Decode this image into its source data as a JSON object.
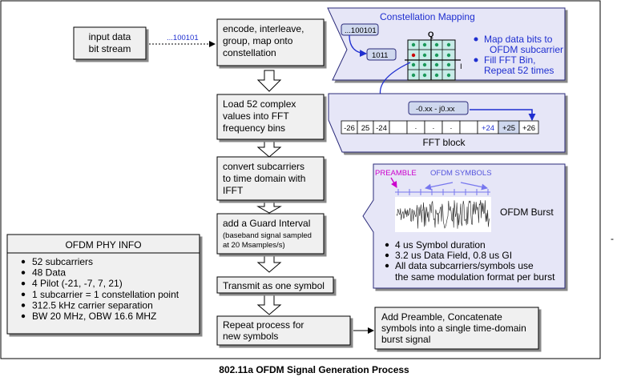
{
  "title": "802.11a OFDM Signal Generation Process",
  "input_box": {
    "line1": "input data",
    "line2": "bit stream"
  },
  "bitstream_label": "...100101",
  "step_encode": {
    "line1": "encode, interleave,",
    "line2": "group, map onto",
    "line3": "constellation"
  },
  "step_load": {
    "line1": "Load 52 complex",
    "line2": "values into FFT",
    "line3": "frequency bins"
  },
  "step_ifft": {
    "line1": "convert subcarriers",
    "line2": "to time domain with",
    "line3": "IFFT"
  },
  "step_guard": {
    "line1": "add a Guard Interval",
    "line2": "(baseband signal sampled",
    "line3": "at 20 Msamples/s)"
  },
  "step_transmit": {
    "line1": "Transmit as one symbol"
  },
  "step_repeat": {
    "line1": "Repeat process  for",
    "line2": "new symbols"
  },
  "step_final": {
    "line1": "Add Preamble, Concatenate",
    "line2": "symbols into a single time-domain",
    "line3": "burst signal"
  },
  "constellation": {
    "title": "Constellation Mapping",
    "bits_in": "...100101",
    "bits_group": "1011",
    "q_label": "Q",
    "i_label": "I",
    "bullet1_line1": "Map data bits to",
    "bullet1_line2": "OFDM subcarrier",
    "bullet2_line1": "Fill FFT Bin,",
    "bullet2_line2": "Repeat 52 times"
  },
  "fft": {
    "value_label": "-0.xx - j0.xx",
    "caption": "FFT block",
    "bins": [
      "-26",
      "25",
      "-24",
      "",
      "·",
      "·",
      "·",
      "",
      "+24",
      "+25",
      "+26"
    ]
  },
  "burst": {
    "preamble": "PREAMBLE",
    "symbols": "OFDM SYMBOLS",
    "label": "OFDM Burst",
    "bullet1": "4 us Symbol duration",
    "bullet2": "3.2 us Data Field, 0.8 us GI",
    "bullet3_line1": "All data subcarriers/symbols use",
    "bullet3_line2": "the same modulation format per burst"
  },
  "phy_info": {
    "title": "OFDM PHY INFO",
    "items": [
      "52 subcarriers",
      "48 Data",
      "4 Pilot  (-21, -7, 7, 21)",
      "1 subcarrier = 1 constellation point",
      "312.5 kHz carrier separation",
      "BW 20 MHz, OBW 16.6 MHZ"
    ]
  },
  "stray_mark": "-",
  "colors": {
    "panel_bg": "#e6e6f7",
    "panel_border": "#2a2a7a",
    "accent_blue": "#1f2fd0",
    "magenta": "#cc00cc",
    "light_blue": "#7777ee",
    "box_gray": "#f0f0f0"
  }
}
